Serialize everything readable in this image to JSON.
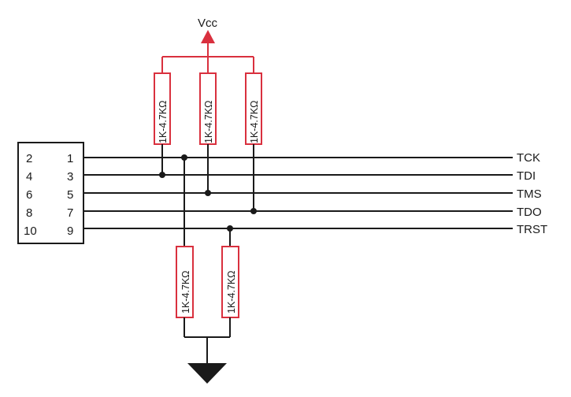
{
  "power": {
    "label": "Vcc"
  },
  "connector": {
    "pins": [
      {
        "left": "2",
        "right": "1"
      },
      {
        "left": "4",
        "right": "3"
      },
      {
        "left": "6",
        "right": "5"
      },
      {
        "left": "8",
        "right": "7"
      },
      {
        "left": "10",
        "right": "9"
      }
    ]
  },
  "signals": [
    "TCK",
    "TDI",
    "TMS",
    "TDO",
    "TRST"
  ],
  "resistors": {
    "value_label": "1K-4.7KΩ",
    "pullup_count": 3,
    "pulldown_count": 2
  },
  "colors": {
    "power": "#d9303e",
    "wire": "#1a1a1a"
  }
}
